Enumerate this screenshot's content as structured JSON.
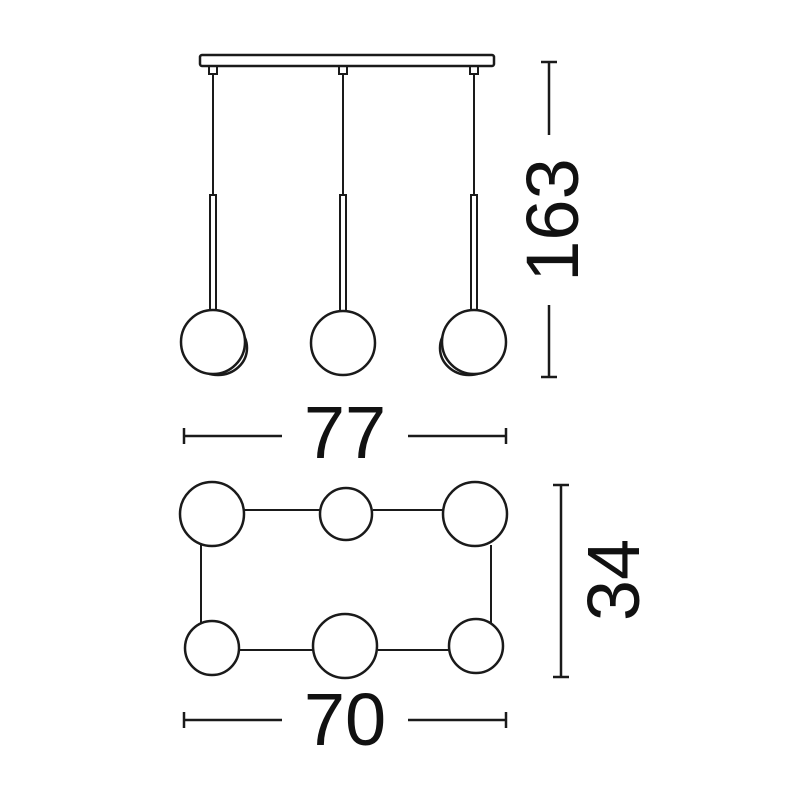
{
  "dimensions": {
    "height": "163",
    "width_side": "77",
    "depth": "34",
    "width_top": "70"
  },
  "colors": {
    "line": "#1a1a1a",
    "background": "#ffffff"
  }
}
